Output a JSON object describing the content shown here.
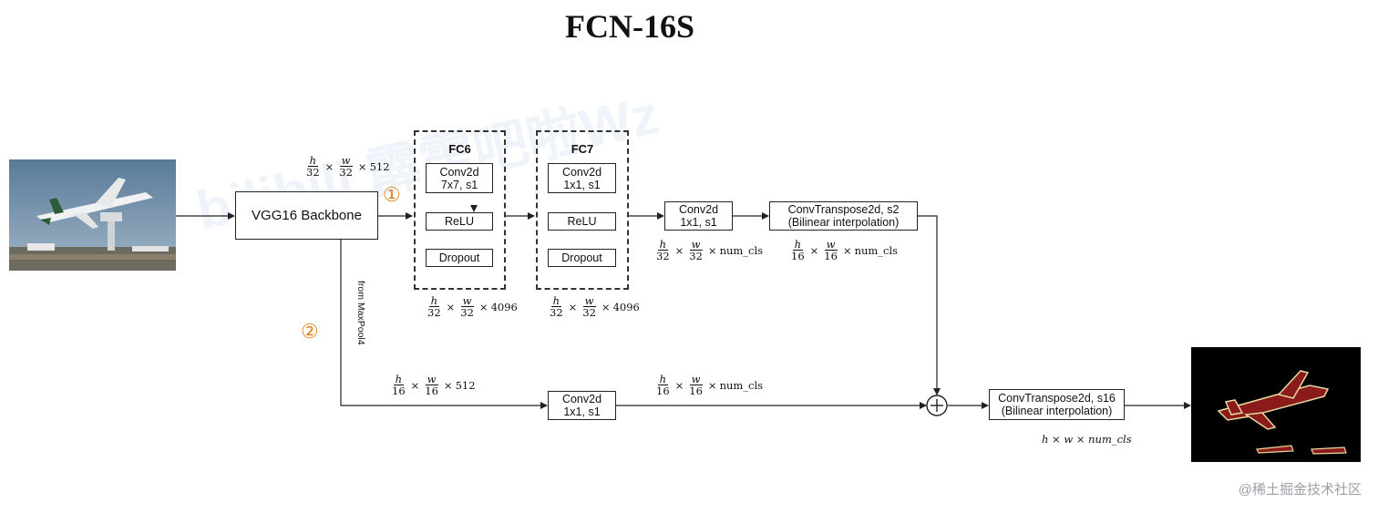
{
  "title": "FCN-16S",
  "backbone": "VGG16 Backbone",
  "fc6": {
    "title": "FC6",
    "conv": [
      "Conv2d",
      "7x7, s1"
    ],
    "relu": "ReLU",
    "dropout": "Dropout",
    "shape": {
      "h": "h",
      "w": "w",
      "den": "32",
      "ch": "4096"
    }
  },
  "fc7": {
    "title": "FC7",
    "conv": [
      "Conv2d",
      "1x1, s1"
    ],
    "relu": "ReLU",
    "dropout": "Dropout",
    "shape": {
      "h": "h",
      "w": "w",
      "den": "32",
      "ch": "4096"
    }
  },
  "conv_top": {
    "lines": [
      "Conv2d",
      "1x1, s1"
    ],
    "shape": {
      "den": "32",
      "ch": "num_cls"
    }
  },
  "convT_top": {
    "lines": [
      "ConvTranspose2d, s2",
      "(Bilinear interpolation)"
    ],
    "shape": {
      "den": "16",
      "ch": "num_cls"
    }
  },
  "conv_bottom": {
    "lines": [
      "Conv2d",
      "1x1, s1"
    ],
    "in_shape": {
      "den": "16",
      "ch": "512"
    },
    "out_shape": {
      "den": "16",
      "ch": "num_cls"
    }
  },
  "convT_final": {
    "lines": [
      "ConvTranspose2d, s16",
      "(Bilinear interpolation)"
    ]
  },
  "backbone_out_shape": {
    "den": "32",
    "ch": "512"
  },
  "final_shape": "h × w × num_cls",
  "from_label": "from MaxPool4",
  "markers": [
    "①",
    "②"
  ],
  "watermark": "bilibili 霹雳吧啦Wz",
  "credit": "@稀土掘金技术社区",
  "sum_symbol": "+",
  "colors": {
    "marker": "#e0861f",
    "mask_bg": "#000000",
    "mask_fill": "#8b1a1a",
    "mask_edge": "#e8d9a0"
  }
}
